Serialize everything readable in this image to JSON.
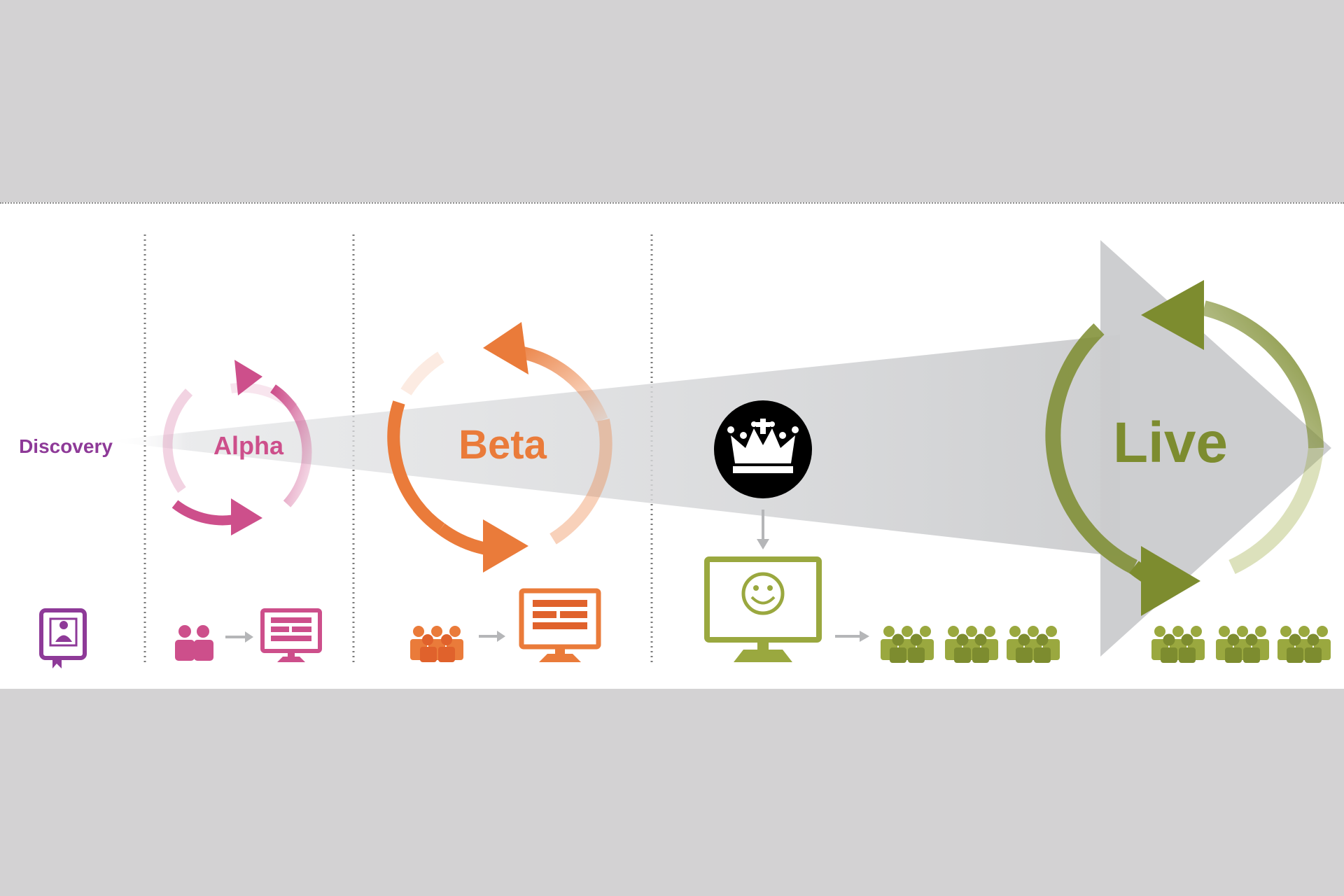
{
  "diagram": {
    "phases": [
      {
        "key": "discovery",
        "label": "Discovery",
        "color": "#8e3a98"
      },
      {
        "key": "alpha",
        "label": "Alpha",
        "color": "#cd4f8b"
      },
      {
        "key": "beta",
        "label": "Beta",
        "color": "#ea7b3a"
      },
      {
        "key": "live",
        "label": "Live",
        "color": "#7d8c2f"
      }
    ],
    "colors": {
      "background": "#d3d2d3",
      "panel": "#ffffff",
      "funnel": "#cfd0d3",
      "arrow_grey": "#b5b6b8",
      "live_green": "#9aa83f",
      "divider": "#7a7a7a",
      "crown_badge": "#000000"
    },
    "icons": {
      "discovery": "book-user-icon",
      "alpha_users": "user-pair-icon",
      "alpha_screen": "monitor-icon",
      "beta_users": "user-group-icon",
      "beta_screen": "monitor-icon",
      "crown": "crown-icon",
      "assessment_screen": "smiley-monitor-icon",
      "public_users": "user-crowd-icon"
    }
  }
}
